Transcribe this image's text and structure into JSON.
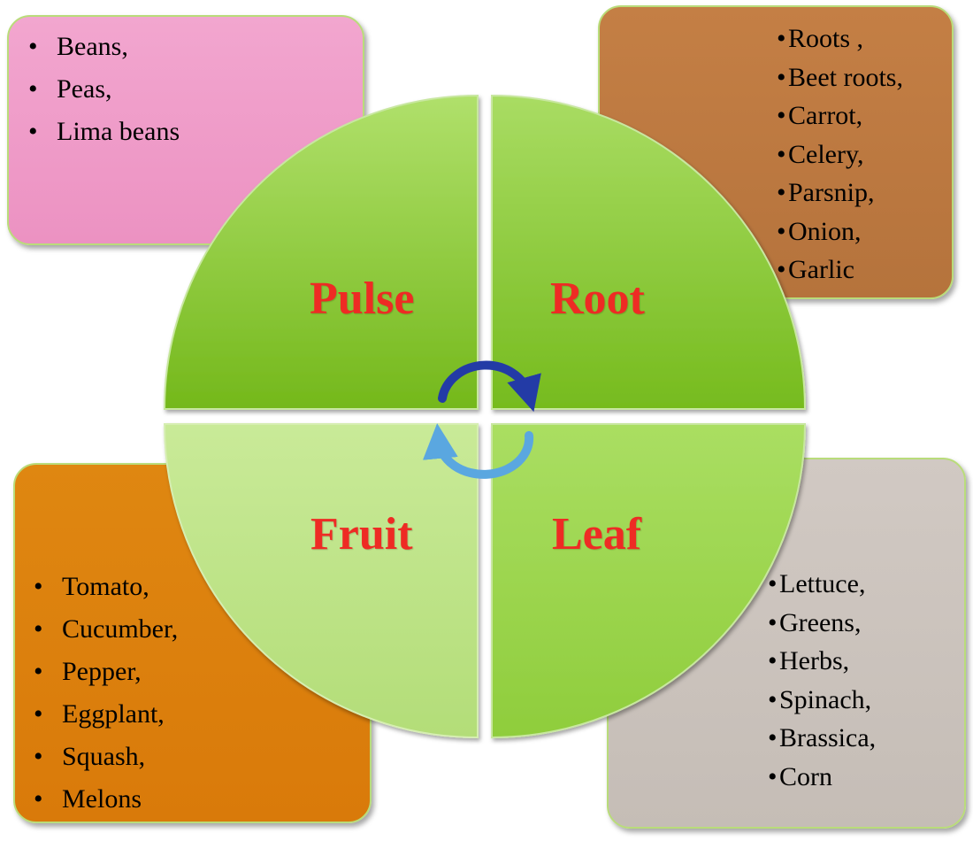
{
  "quadrants": {
    "pulse": {
      "label": "Pulse"
    },
    "root": {
      "label": "Root"
    },
    "fruit": {
      "label": "Fruit"
    },
    "leaf": {
      "label": "Leaf"
    }
  },
  "boxes": {
    "pulse": {
      "items": [
        "Beans,",
        "Peas,",
        "Lima beans"
      ]
    },
    "root": {
      "items": [
        "Roots ,",
        "Beet roots,",
        "Carrot,",
        "Celery,",
        "Parsnip,",
        "Onion,",
        "Garlic"
      ]
    },
    "fruit": {
      "items": [
        "Tomato,",
        "Cucumber,",
        "Pepper,",
        "Eggplant,",
        "Squash,",
        "Melons"
      ]
    },
    "leaf": {
      "items": [
        "Lettuce,",
        "Greens,",
        "Herbs,",
        "Spinach,",
        "Brassica,",
        "Corn"
      ]
    }
  },
  "colors": {
    "label": "#ee2b24",
    "pulse_box": "#ec92c2",
    "root_box": "#b5733c",
    "fruit_box": "#d97a0a",
    "leaf_box": "#c5bdb6",
    "pie_green": "#8ccc35",
    "pie_light_green": "#bfe48a",
    "arrow_dark_blue": "#233ba6",
    "arrow_light_blue": "#5aa7e0"
  }
}
